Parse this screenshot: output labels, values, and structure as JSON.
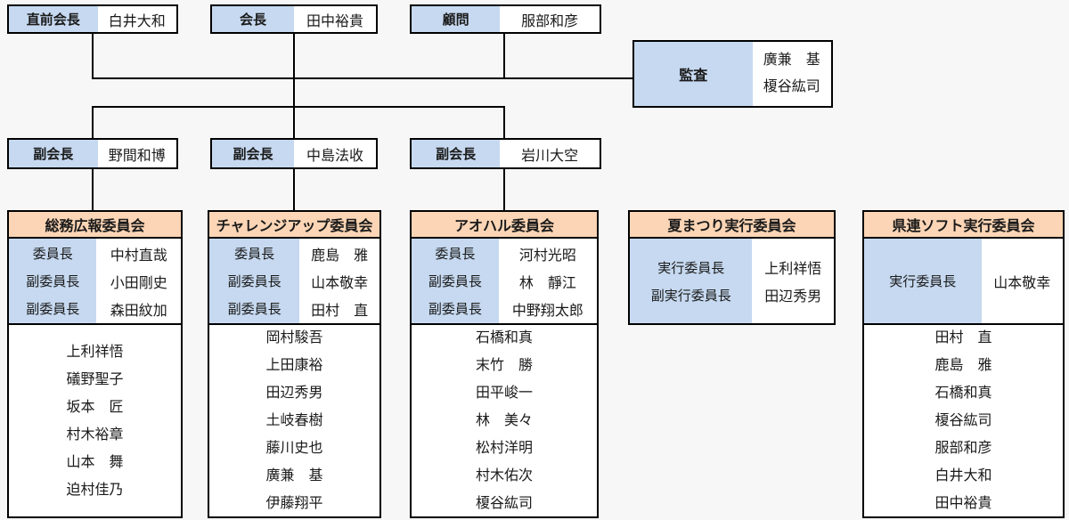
{
  "chart": {
    "top_boxes": [
      {
        "label": "直前会長",
        "name": "白井大和"
      },
      {
        "label": "会長",
        "name": "田中裕貴"
      },
      {
        "label": "顧問",
        "name": "服部和彦"
      }
    ],
    "audit": {
      "label": "監査",
      "names": [
        "廣兼　基",
        "榎谷紘司"
      ]
    },
    "vice_boxes": [
      {
        "label": "副会長",
        "name": "野間和博"
      },
      {
        "label": "副会長",
        "name": "中島法收"
      },
      {
        "label": "副会長",
        "name": "岩川大空"
      }
    ],
    "committees": [
      {
        "title": "総務広報委員会",
        "officers": [
          {
            "label": "委員長",
            "name": "中村直哉"
          },
          {
            "label": "副委員長",
            "name": "小田剛史"
          },
          {
            "label": "副委員長",
            "name": "森田紋加"
          }
        ],
        "members": [
          "上利祥悟",
          "礒野聖子",
          "坂本　匠",
          "村木裕章",
          "山本　舞",
          "迫村佳乃"
        ]
      },
      {
        "title": "チャレンジアップ委員会",
        "officers": [
          {
            "label": "委員長",
            "name": "鹿島　雅"
          },
          {
            "label": "副委員長",
            "name": "山本敬幸"
          },
          {
            "label": "副委員長",
            "name": "田村　直"
          }
        ],
        "members": [
          "岡村駿吾",
          "上田康裕",
          "田辺秀男",
          "土岐春樹",
          "藤川史也",
          "廣兼　基",
          "伊藤翔平"
        ]
      },
      {
        "title": "アオハル委員会",
        "officers": [
          {
            "label": "委員長",
            "name": "河村光昭"
          },
          {
            "label": "副委員長",
            "name": "林　靜江"
          },
          {
            "label": "副委員長",
            "name": "中野翔太郎"
          }
        ],
        "members": [
          "石橋和真",
          "末竹　勝",
          "田平峻一",
          "林　美々",
          "松村洋明",
          "村木佑次",
          "榎谷紘司"
        ]
      },
      {
        "title": "夏まつり実行委員会",
        "officers": [
          {
            "label": "実行委員長",
            "name": "上利祥悟"
          },
          {
            "label": "副実行委員長",
            "name": "田辺秀男"
          }
        ],
        "members": []
      },
      {
        "title": "県連ソフト実行委員会",
        "officers": [
          {
            "label": "実行委員長",
            "name": "山本敬幸"
          }
        ],
        "members": [
          "田村　直",
          "鹿島　雅",
          "石橋和真",
          "榎谷紘司",
          "服部和彦",
          "白井大和",
          "田中裕貴"
        ]
      }
    ],
    "colors": {
      "label_bg": "#c6d9f0",
      "committee_bg": "#fbd5b5",
      "border": "#000000"
    }
  }
}
